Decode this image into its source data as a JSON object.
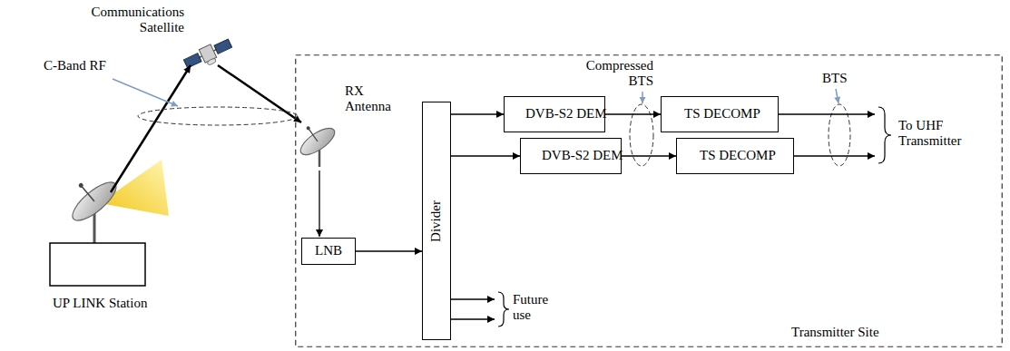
{
  "diagram": {
    "nodes": [
      {
        "text": [
          "Transmitter Site"
        ]
      },
      {
        "text": [
          "LNB"
        ],
        "in": 0
      },
      {
        "text": [
          "Divider"
        ],
        "in": 0
      },
      {
        "text": [
          "DVB-S2 DEM"
        ],
        "in": 0
      },
      {
        "text": [
          "DVB-S2 DEM"
        ],
        "in": 0
      },
      {
        "text": [
          "TS DECOMP"
        ],
        "in": 0
      },
      {
        "text": [
          "TS DECOMP"
        ],
        "in": 0
      }
    ],
    "edges": [
      {
        "from": 1,
        "to": 2,
        "arrow": "to"
      },
      {
        "from": 2,
        "to": 3,
        "arrow": "to"
      },
      {
        "from": 2,
        "to": 4,
        "arrow": "to"
      },
      {
        "from": 3,
        "to": 5,
        "arrow": "to"
      },
      {
        "from": 4,
        "to": 6,
        "arrow": "to"
      }
    ],
    "labels": [
      "Communications Satellite",
      "C-Band RF",
      "UP LINK Station",
      "RX Antenna",
      "Compressed BTS",
      "BTS",
      "To UHF Transmitter",
      "Future use"
    ]
  }
}
